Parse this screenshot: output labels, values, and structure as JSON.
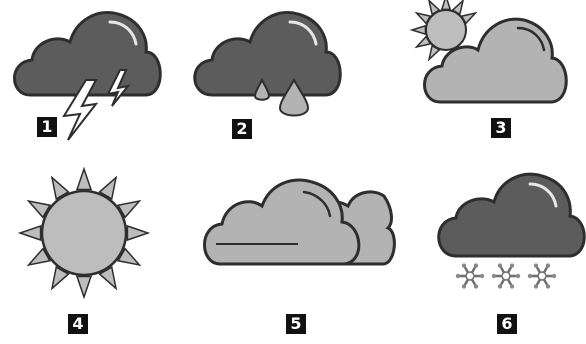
{
  "icons": [
    {
      "number": "1",
      "icon": "thunderstorm-icon"
    },
    {
      "number": "2",
      "icon": "rain-icon"
    },
    {
      "number": "3",
      "icon": "partly-cloudy-icon"
    },
    {
      "number": "4",
      "icon": "sun-icon"
    },
    {
      "number": "5",
      "icon": "cloudy-icon"
    },
    {
      "number": "6",
      "icon": "snow-icon"
    }
  ],
  "colors": {
    "dark_cloud": "#5c5c5c",
    "light_cloud": "#b3b3b3",
    "sun": "#bdbdbd",
    "outline": "#2e2e2e",
    "badge": "#111111",
    "highlight": "#e6e6e6"
  }
}
